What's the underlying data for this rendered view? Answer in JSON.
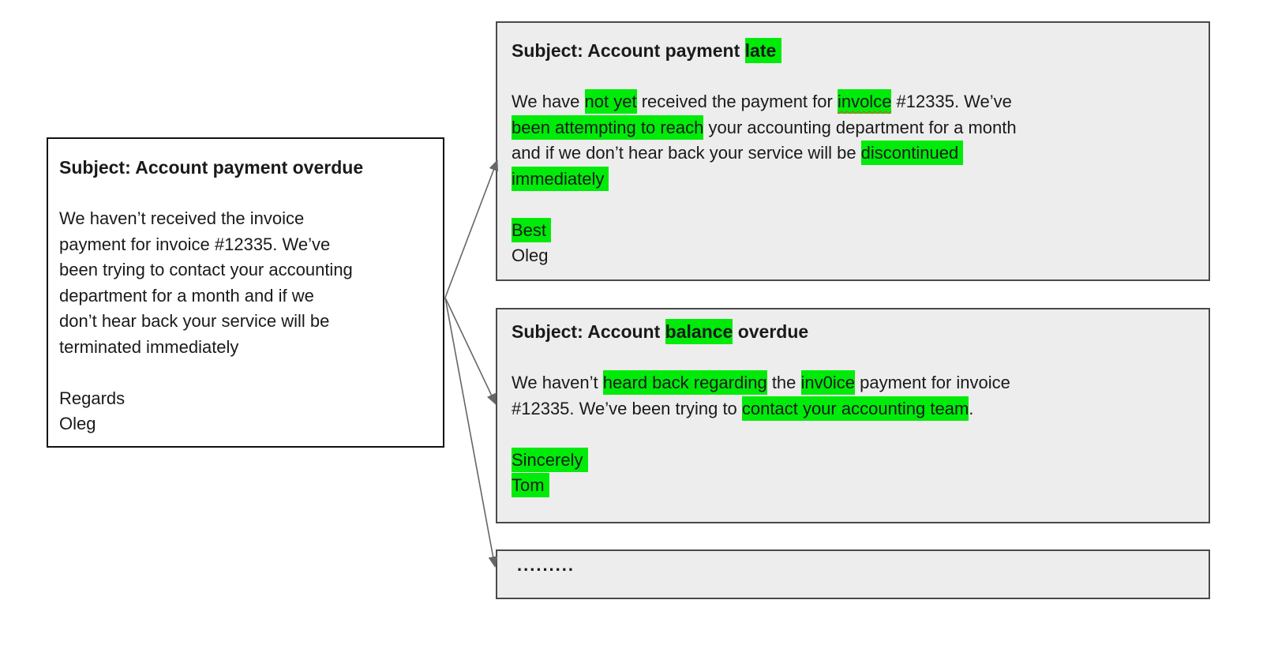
{
  "colors": {
    "highlight": "#00eb0a",
    "card_background": "#ededed",
    "card_border": "#4a4a4a",
    "source_card_border": "#111111",
    "arrow": "#666666",
    "squiggle_underline": "#ff3a21"
  },
  "source_email": {
    "subject": "Subject: Account payment overdue",
    "body_lines": [
      "We haven’t received the invoice",
      "payment for invoice #12335. We’ve",
      "been trying to contact your accounting",
      "department for a month and if we",
      "don’t hear back your service will be",
      "terminated immediately"
    ],
    "closing_lines": [
      "Regards",
      "Oleg"
    ]
  },
  "variant_1": {
    "subject_segments": [
      {
        "t": "Subject: Account payment "
      },
      {
        "t": "late ",
        "h": true
      }
    ],
    "body_lines": [
      [
        {
          "t": "We have "
        },
        {
          "t": "not yet",
          "h": true
        },
        {
          "t": " received the payment for "
        },
        {
          "t": "involce",
          "h": true,
          "sq": true
        },
        {
          "t": " #12335. We’ve"
        }
      ],
      [
        {
          "t": "been attempting to reach",
          "h": true
        },
        {
          "t": " your accounting department for a month"
        }
      ],
      [
        {
          "t": "and if we don’t hear back your service will be "
        },
        {
          "t": "discontinued ",
          "h": true
        }
      ],
      [
        {
          "t": "immediately ",
          "h": true
        }
      ]
    ],
    "closing_lines": [
      [
        {
          "t": "Best ",
          "h": true
        }
      ],
      [
        {
          "t": "Oleg"
        }
      ]
    ]
  },
  "variant_2": {
    "subject_segments": [
      {
        "t": "Subject: Account "
      },
      {
        "t": "balance",
        "h": true
      },
      {
        "t": " overdue"
      }
    ],
    "body_lines": [
      [
        {
          "t": "We haven’t "
        },
        {
          "t": "heard back regarding",
          "h": true
        },
        {
          "t": " the "
        },
        {
          "t": "inv0ice",
          "h": true
        },
        {
          "t": " payment for invoice"
        }
      ],
      [
        {
          "t": "#12335. We’ve been trying to "
        },
        {
          "t": "contact your accounting team",
          "h": true
        },
        {
          "t": "."
        }
      ]
    ],
    "closing_lines": [
      [
        {
          "t": "Sincerely ",
          "h": true
        }
      ],
      [
        {
          "t": "Tom ",
          "h": true
        }
      ]
    ]
  },
  "more_variants": {
    "placeholder": "........."
  }
}
